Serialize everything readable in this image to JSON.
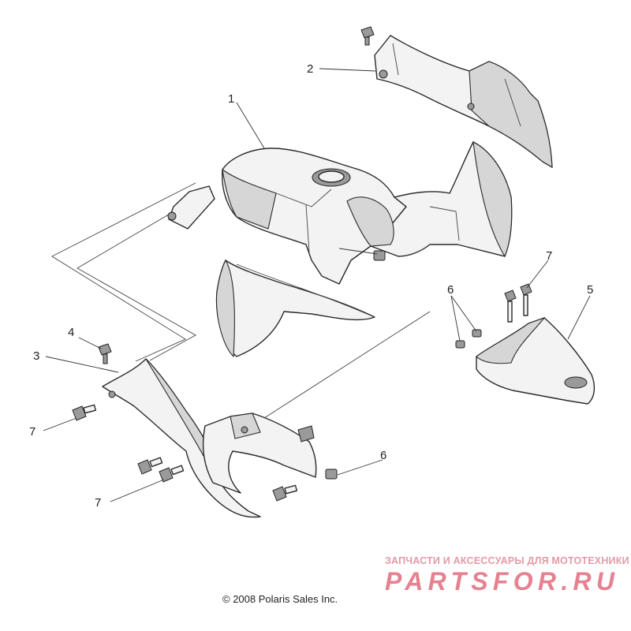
{
  "callouts": {
    "c1": "1",
    "c2": "2",
    "c3": "3",
    "c4": "4",
    "c5": "5",
    "c6a": "6",
    "c6b": "6",
    "c7a": "7",
    "c7b": "7",
    "c7c": "7"
  },
  "watermark": {
    "tagline": "ЗАПЧАСТИ И АКСЕССУАРЫ ДЛЯ МОТОТЕХНИКИ",
    "logo": "PARTSFOR.RU",
    "color": "#e26b7c"
  },
  "copyright": "© 2008 Polaris Sales Inc."
}
